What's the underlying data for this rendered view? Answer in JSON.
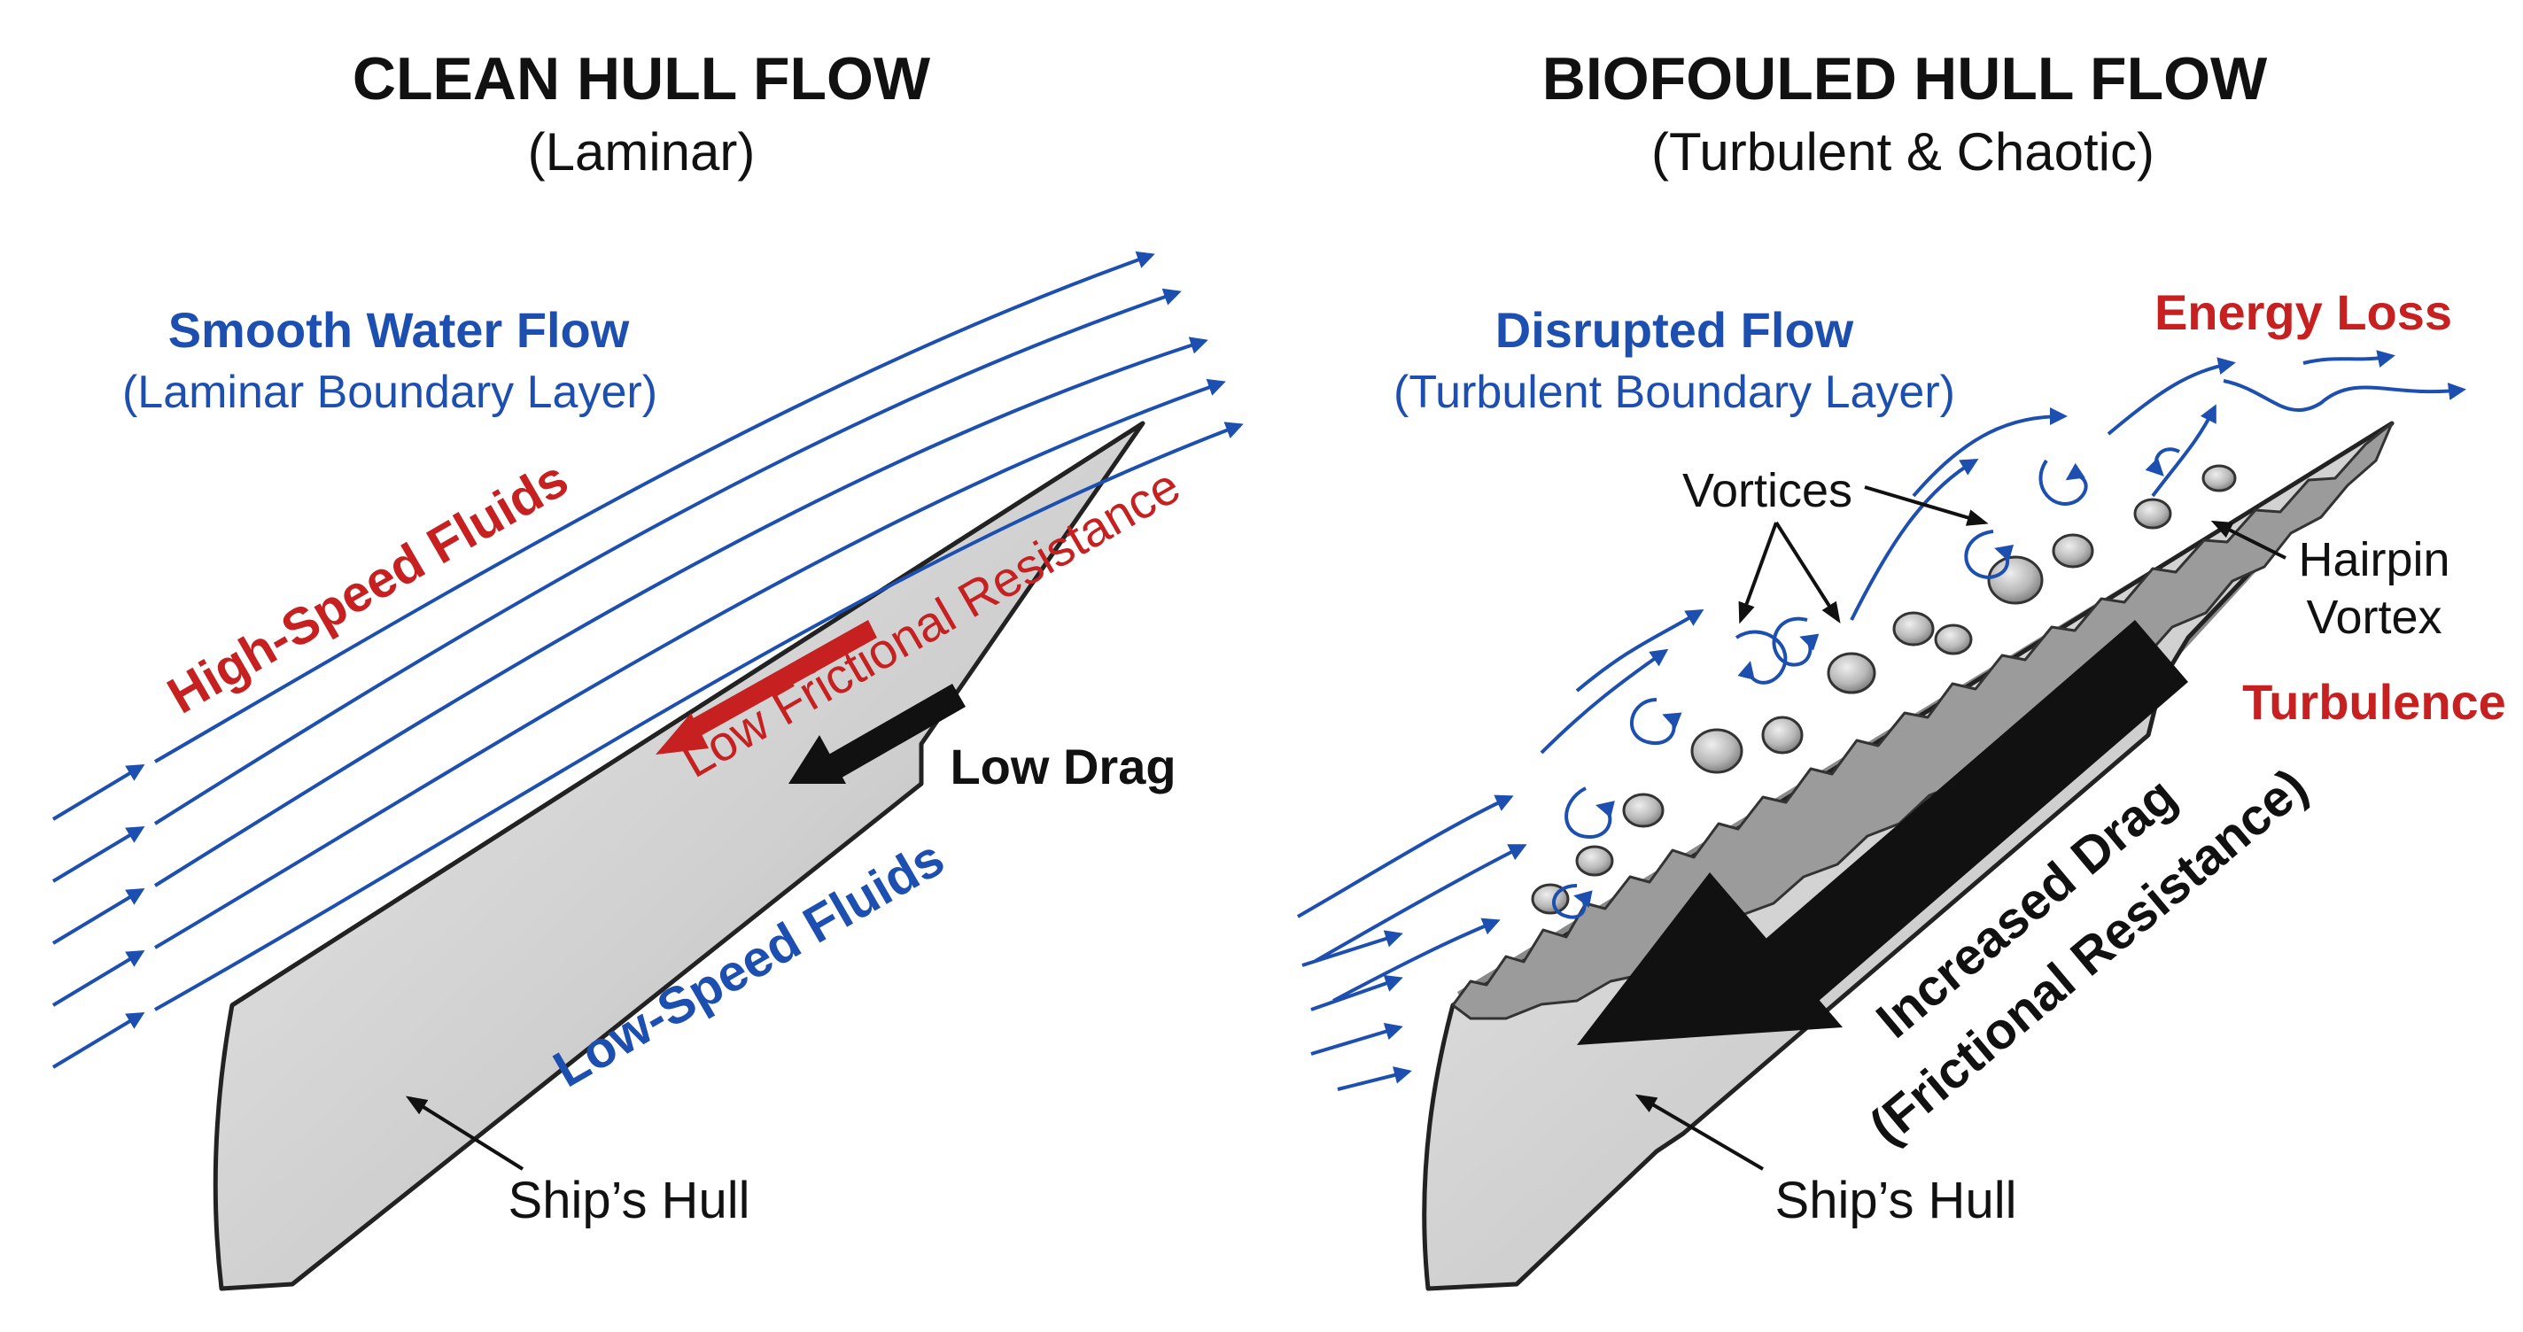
{
  "colors": {
    "flow_blue": "#1c4fb0",
    "alert_red": "#c62020",
    "hull_gray": "#c9c9c9",
    "ink": "#111111"
  },
  "left_panel": {
    "title": "CLEAN HULL FLOW",
    "subtitle": "(Laminar)",
    "flow_label": "Smooth Water Flow",
    "flow_sublabel": "(Laminar Boundary Layer)",
    "high_speed_label": "High-Speed Fluids",
    "low_speed_label": "Low-Speed Fluids",
    "resistance_label": "Low Frictional Resistance",
    "drag_label": "Low Drag",
    "hull_label": "Ship’s Hull"
  },
  "right_panel": {
    "title": "BIOFOULED HULL FLOW",
    "subtitle": "(Turbulent & Chaotic)",
    "flow_label": "Disrupted Flow",
    "flow_sublabel": "(Turbulent Boundary Layer)",
    "energy_label": "Energy Loss",
    "vortices_label": "Vortices",
    "hairpin_label_line1": "Hairpin",
    "hairpin_label_line2": "Vortex",
    "turbulence_label": "Turbulence",
    "drag_label_line1": "Increased Drag",
    "drag_label_line2": "(Frictional Resistance)",
    "hull_label": "Ship’s Hull"
  }
}
